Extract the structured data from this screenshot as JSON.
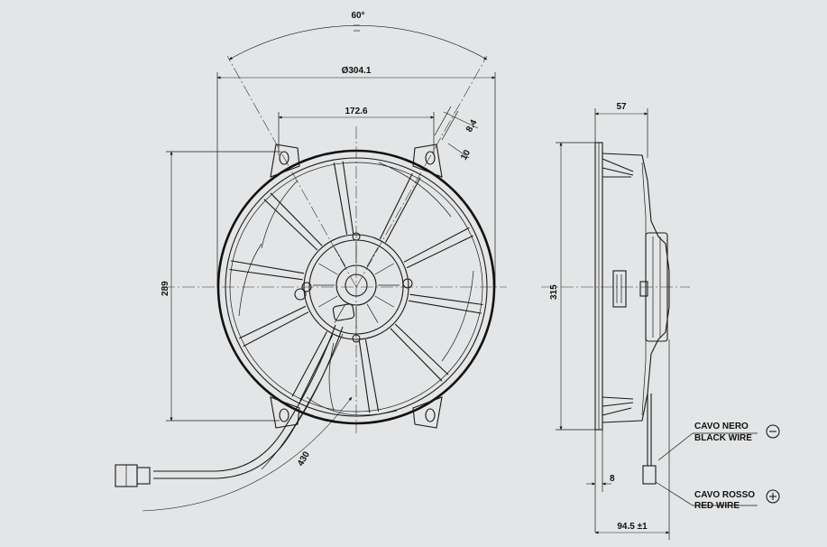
{
  "front_view": {
    "angle": "60°",
    "diameter": "Ø304.1",
    "hole_spacing": "172.6",
    "slot_width": "8.4",
    "slot_length": "10",
    "height": "289",
    "cable_length": "430"
  },
  "side_view": {
    "depth": "57",
    "overall_height": "315",
    "flange_thickness": "8",
    "total_depth": "94.5 ±1",
    "black_wire_it": "CAVO NERO",
    "black_wire_en": "BLACK WIRE",
    "red_wire_it": "CAVO ROSSO",
    "red_wire_en": "RED WIRE"
  }
}
